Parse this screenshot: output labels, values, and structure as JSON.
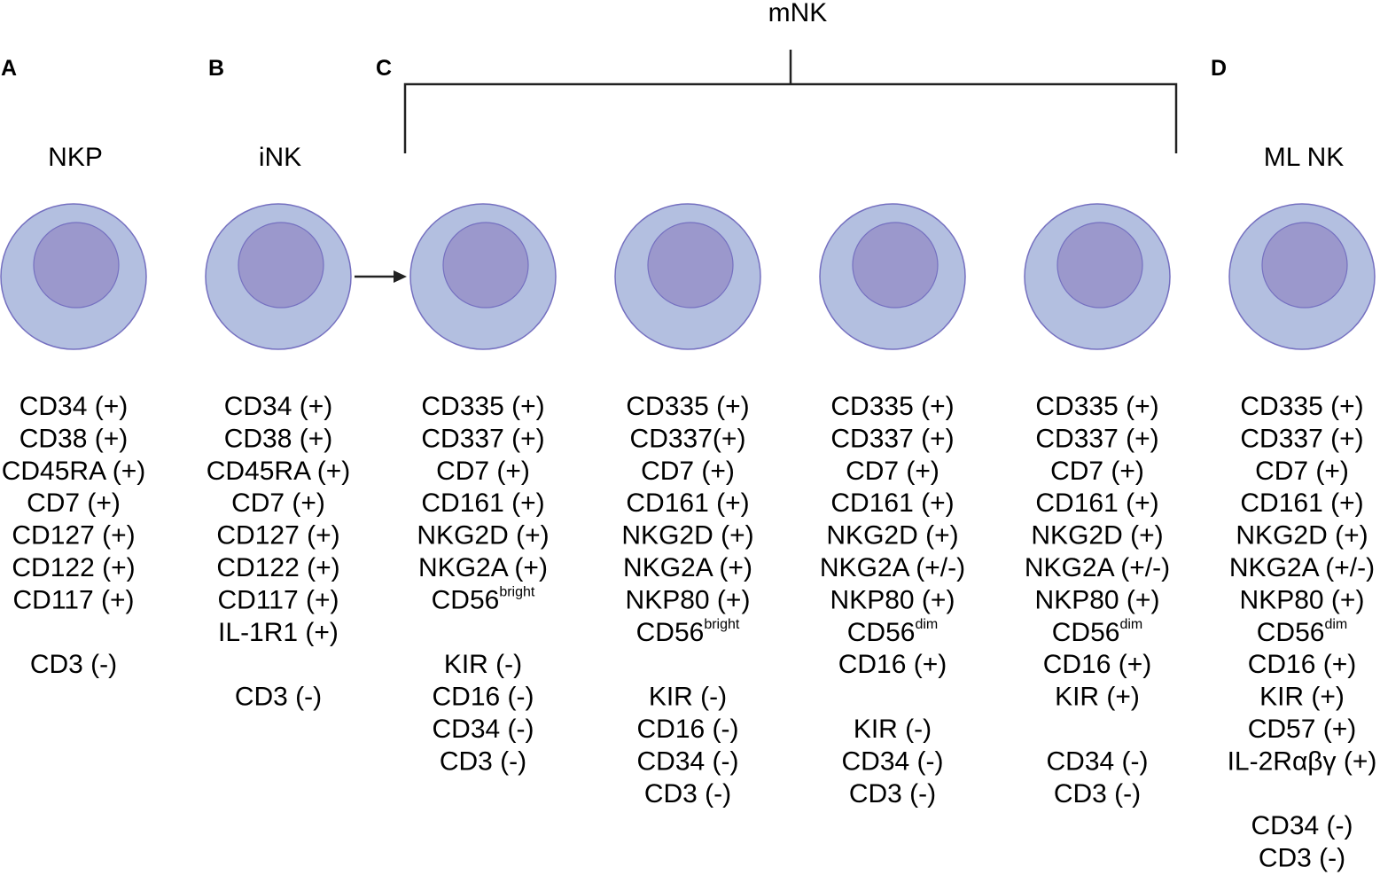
{
  "top_label": "mNK",
  "colors": {
    "cell_outer": "#b3bfe0",
    "cell_nucleus": "#9b98cc",
    "cell_stroke": "#7570c0",
    "line": "#222222"
  },
  "columns": [
    {
      "letter": "A",
      "title": "NKP",
      "markers": [
        {
          "text": "CD34 (+)"
        },
        {
          "text": "CD38 (+)"
        },
        {
          "text": "CD45RA (+)"
        },
        {
          "text": "CD7 (+)"
        },
        {
          "text": "CD127 (+)"
        },
        {
          "text": "CD122 (+)"
        },
        {
          "text": "CD117 (+)"
        },
        {
          "text": ""
        },
        {
          "text": "CD3 (-)"
        }
      ]
    },
    {
      "letter": "B",
      "title": "iNK",
      "markers": [
        {
          "text": "CD34 (+)"
        },
        {
          "text": "CD38 (+)"
        },
        {
          "text": "CD45RA (+)"
        },
        {
          "text": "CD7 (+)"
        },
        {
          "text": "CD127 (+)"
        },
        {
          "text": "CD122 (+)"
        },
        {
          "text": "CD117 (+)"
        },
        {
          "text": "IL-1R1 (+)"
        },
        {
          "text": ""
        },
        {
          "text": "CD3 (-)"
        }
      ]
    },
    {
      "letter": "C",
      "title": "",
      "markers": [
        {
          "text": "CD335 (+)"
        },
        {
          "text": "CD337 (+)"
        },
        {
          "text": "CD7 (+)"
        },
        {
          "text": "CD161 (+)"
        },
        {
          "text": "NKG2D (+)"
        },
        {
          "text": "NKG2A (+)"
        },
        {
          "text": "CD56",
          "sup": "bright"
        },
        {
          "text": ""
        },
        {
          "text": "KIR (-)"
        },
        {
          "text": "CD16 (-)"
        },
        {
          "text": "CD34 (-)"
        },
        {
          "text": "CD3 (-)"
        }
      ]
    },
    {
      "letter": "",
      "title": "",
      "markers": [
        {
          "text": "CD335 (+)"
        },
        {
          "text": "CD337(+)"
        },
        {
          "text": "CD7 (+)"
        },
        {
          "text": "CD161 (+)"
        },
        {
          "text": "NKG2D (+)"
        },
        {
          "text": "NKG2A (+)"
        },
        {
          "text": "NKP80 (+)"
        },
        {
          "text": "CD56",
          "sup": "bright"
        },
        {
          "text": ""
        },
        {
          "text": "KIR (-)"
        },
        {
          "text": "CD16 (-)"
        },
        {
          "text": "CD34 (-)"
        },
        {
          "text": "CD3 (-)"
        }
      ]
    },
    {
      "letter": "",
      "title": "",
      "markers": [
        {
          "text": "CD335 (+)"
        },
        {
          "text": "CD337 (+)"
        },
        {
          "text": "CD7 (+)"
        },
        {
          "text": "CD161 (+)"
        },
        {
          "text": "NKG2D (+)"
        },
        {
          "text": "NKG2A (+/-)"
        },
        {
          "text": "NKP80 (+)"
        },
        {
          "text": "CD56",
          "sup": "dim"
        },
        {
          "text": "CD16 (+)"
        },
        {
          "text": ""
        },
        {
          "text": "KIR (-)"
        },
        {
          "text": "CD34 (-)"
        },
        {
          "text": "CD3 (-)"
        }
      ]
    },
    {
      "letter": "",
      "title": "",
      "markers": [
        {
          "text": "CD335 (+)"
        },
        {
          "text": "CD337 (+)"
        },
        {
          "text": "CD7 (+)"
        },
        {
          "text": "CD161 (+)"
        },
        {
          "text": "NKG2D (+)"
        },
        {
          "text": "NKG2A (+/-)"
        },
        {
          "text": "NKP80 (+)"
        },
        {
          "text": "CD56",
          "sup": "dim"
        },
        {
          "text": "CD16 (+)"
        },
        {
          "text": "KIR (+)"
        },
        {
          "text": ""
        },
        {
          "text": "CD34 (-)"
        },
        {
          "text": "CD3 (-)"
        }
      ]
    },
    {
      "letter": "D",
      "title": "ML NK",
      "markers": [
        {
          "text": "CD335 (+)"
        },
        {
          "text": "CD337 (+)"
        },
        {
          "text": "CD7 (+)"
        },
        {
          "text": "CD161 (+)"
        },
        {
          "text": "NKG2D (+)"
        },
        {
          "text": "NKG2A (+/-)"
        },
        {
          "text": "NKP80 (+)"
        },
        {
          "text": "CD56",
          "sup": "dim"
        },
        {
          "text": "CD16 (+)"
        },
        {
          "text": "KIR (+)"
        },
        {
          "text": "CD57 (+)"
        },
        {
          "text": "IL-2Rαβγ (+)"
        },
        {
          "text": ""
        },
        {
          "text": "CD34 (-)"
        },
        {
          "text": "CD3 (-)"
        }
      ]
    }
  ]
}
